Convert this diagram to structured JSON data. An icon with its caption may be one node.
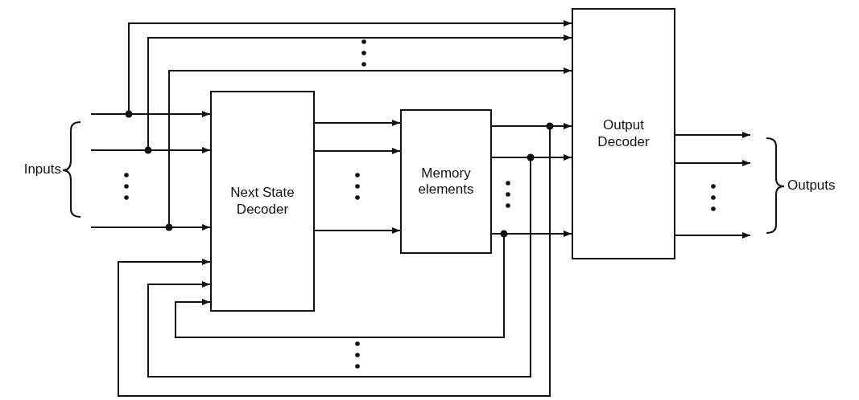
{
  "diagram": {
    "nodes": [
      {
        "text": [
          "Next State Decoder"
        ]
      },
      {
        "text": [
          "Memory elements"
        ]
      },
      {
        "text": [
          "Output Decoder"
        ]
      }
    ],
    "edges": [
      {
        "from": null,
        "to": 0,
        "arrow": "to"
      },
      {
        "from": null,
        "to": 0,
        "arrow": "to"
      },
      {
        "from": null,
        "to": 0,
        "arrow": "to"
      },
      {
        "from": null,
        "to": 2,
        "arrow": "to"
      },
      {
        "from": null,
        "to": 2,
        "arrow": "to"
      },
      {
        "from": null,
        "to": 2,
        "arrow": "to"
      },
      {
        "from": 0,
        "to": 1,
        "arrow": "to"
      },
      {
        "from": 0,
        "to": 1,
        "arrow": "to"
      },
      {
        "from": 0,
        "to": 1,
        "arrow": "to"
      },
      {
        "from": 1,
        "to": 2,
        "arrow": "to"
      },
      {
        "from": 1,
        "to": 2,
        "arrow": "to"
      },
      {
        "from": 1,
        "to": 2,
        "arrow": "to"
      },
      {
        "from": 1,
        "to": 0,
        "arrow": "to"
      },
      {
        "from": 1,
        "to": 0,
        "arrow": "to"
      },
      {
        "from": 1,
        "to": 0,
        "arrow": "to"
      },
      {
        "from": 2,
        "to": null,
        "arrow": "to"
      },
      {
        "from": 2,
        "to": null,
        "arrow": "to"
      },
      {
        "from": 2,
        "to": null,
        "arrow": "to"
      }
    ],
    "labels": [
      "Inputs",
      "Outputs"
    ]
  }
}
